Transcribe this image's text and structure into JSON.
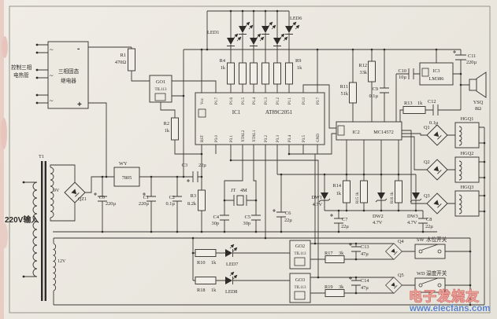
{
  "schematic": {
    "control_label": {
      "line1": "控制三相",
      "line2": "电热管"
    },
    "relay": {
      "line1": "三相固态",
      "line2": "继电器",
      "minus": "-",
      "plus": "+",
      "ac": "~"
    },
    "transformer": {
      "ref": "T1",
      "input": "220V输入",
      "sec1": "9V",
      "sec2": "12V"
    },
    "rectifier": {
      "ref": "QZ1"
    },
    "regulator": {
      "ref": "WY",
      "part": "7805"
    },
    "ic1": {
      "ref": "IC1",
      "part": "AT89C2051",
      "top_pins": [
        "Vcc",
        "P1.7",
        "P1.6",
        "P1.5",
        "P1.4",
        "P1.3",
        "P1.2",
        "P1.1",
        "P1.0",
        "P3.7"
      ],
      "bottom_pins": [
        "RST",
        "P3.0",
        "P3.1",
        "XTAL2",
        "XTAL1",
        "P3.2",
        "P3.3",
        "P3.4",
        "P3.5",
        "GND"
      ]
    },
    "ic2": {
      "ref": "IC2",
      "part": "MC14572"
    },
    "ic3": {
      "ref": "IC3",
      "part": "LM386"
    },
    "crystal": {
      "ref": "JT",
      "value": "4M"
    },
    "speaker": {
      "ref": "YSQ",
      "value": "8Ω"
    },
    "leds": {
      "first": "LED1",
      "last": "LED6",
      "led7": "LED7",
      "led8": "LED8"
    },
    "optos": {
      "go1": "GO1",
      "go2": "GO2",
      "go3": "GO3",
      "part": "TIL113"
    },
    "resistors": {
      "r1": [
        "R1",
        "470Ω"
      ],
      "r2": [
        "R2",
        "1k"
      ],
      "r3": [
        "R3",
        "8.2k"
      ],
      "r4": [
        "R4",
        "1k"
      ],
      "r9": [
        "R9",
        "1k"
      ],
      "r10": [
        "R10",
        "1k"
      ],
      "r11": [
        "R11",
        "51k"
      ],
      "r12": [
        "R12",
        "33k"
      ],
      "r13": [
        "R13",
        "1k"
      ],
      "r14": [
        "R14",
        "1k"
      ],
      "r15": "R15 1k",
      "r16": "R16 1k",
      "r17": [
        "R17",
        "3k"
      ],
      "r18": [
        "R18",
        "1k"
      ],
      "r19": [
        "R19",
        "3k"
      ]
    },
    "capacitors": {
      "c0": [
        "C0",
        "220µ"
      ],
      "c1": [
        "C1",
        "220µ"
      ],
      "c2": [
        "C2",
        "0.1µ"
      ],
      "c3": [
        "C3",
        "22µ"
      ],
      "c4": [
        "C4",
        "30p"
      ],
      "c5": [
        "C5",
        "30p"
      ],
      "c6": [
        "C6",
        "22µ"
      ],
      "c7": [
        "C7",
        "22µ"
      ],
      "c8": [
        "C8",
        "22µ"
      ],
      "c9": [
        "C9",
        "0.1µ"
      ],
      "c10": [
        "C10",
        "10µ"
      ],
      "c11": [
        "C11",
        "220µ"
      ],
      "c12": [
        "C12",
        "0.1µ"
      ],
      "c13": [
        "C13",
        "47µ"
      ],
      "c14": [
        "C14",
        "47µ"
      ]
    },
    "zeners": {
      "dw1": [
        "DW1",
        "4.7V"
      ],
      "dw2": [
        "DW2",
        "4.7V"
      ],
      "dw3": [
        "DW3",
        "4.7V"
      ]
    },
    "bridges": {
      "q1": "Q1",
      "q2": "Q2",
      "q3": "Q3",
      "q4": "Q4",
      "q5": "Q5"
    },
    "couplers": {
      "h1": "HGQ1",
      "h2": "HGQ2",
      "h3": "HGQ3"
    },
    "switches": {
      "sw": [
        "SW",
        "水位开关"
      ],
      "wd": [
        "WD",
        "温度开关"
      ]
    }
  },
  "watermark": {
    "brand": "电子发烧友",
    "site": "www.elecfans.com"
  }
}
